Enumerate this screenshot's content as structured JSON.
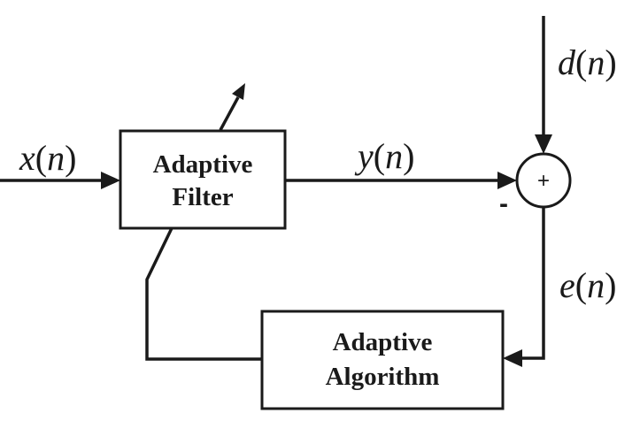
{
  "blocks": {
    "adaptive_filter": {
      "line1": "Adaptive",
      "line2": "Filter"
    },
    "adaptive_algorithm": {
      "line1": "Adaptive",
      "line2": "Algorithm"
    }
  },
  "signals": {
    "input": {
      "name": "x",
      "arg": "n"
    },
    "output": {
      "name": "y",
      "arg": "n"
    },
    "desired": {
      "name": "d",
      "arg": "n"
    },
    "error": {
      "name": "e",
      "arg": "n"
    }
  },
  "summing_junction": {
    "plus_sign": "+",
    "minus_sign": "-"
  }
}
